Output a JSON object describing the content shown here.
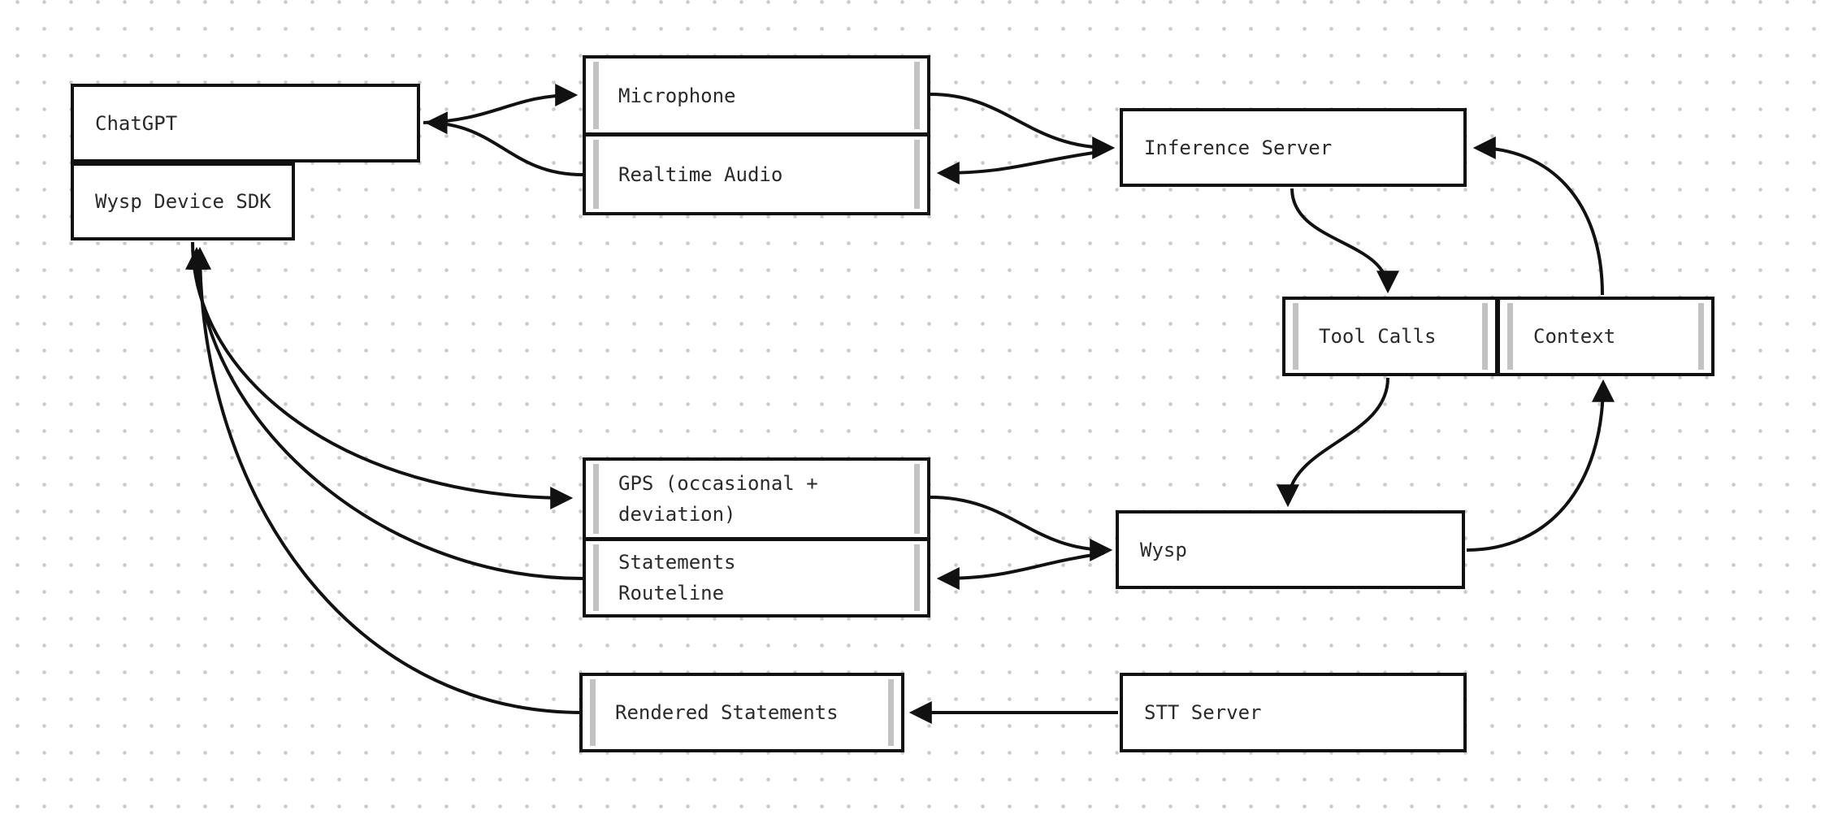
{
  "canvas": {
    "tool": "diagram-editor",
    "colors": {
      "background": "#ffffff",
      "dot_grid": "#cbcbcb",
      "stroke": "#111111",
      "subroutine_bar": "#c2c2c2",
      "text": "#2a2a2a"
    },
    "nodes": {
      "chatgpt": {
        "label": "ChatGPT",
        "shape": "rect"
      },
      "wysp_device_sdk": {
        "label": "Wysp Device SDK",
        "shape": "rect"
      },
      "microphone": {
        "label": "Microphone",
        "shape": "subroutine"
      },
      "realtime_audio": {
        "label": "Realtime Audio",
        "shape": "subroutine"
      },
      "inference_server": {
        "label": "Inference Server",
        "shape": "rect"
      },
      "tool_calls": {
        "label": "Tool Calls",
        "shape": "subroutine"
      },
      "context": {
        "label": "Context",
        "shape": "subroutine"
      },
      "gps": {
        "label": "GPS (occasional +\ndeviation)",
        "shape": "subroutine"
      },
      "statements_routeline": {
        "label": "Statements\nRouteline",
        "shape": "subroutine"
      },
      "wysp": {
        "label": "Wysp",
        "shape": "rect"
      },
      "rendered_statements": {
        "label": "Rendered Statements",
        "shape": "subroutine"
      },
      "stt_server": {
        "label": "STT Server",
        "shape": "rect"
      }
    },
    "edges": [
      {
        "from": "chatgpt",
        "to": "microphone"
      },
      {
        "from": "realtime_audio",
        "to": "chatgpt"
      },
      {
        "from": "microphone",
        "to": "inference_server"
      },
      {
        "from": "inference_server",
        "to": "realtime_audio"
      },
      {
        "from": "inference_server",
        "to": "tool_calls"
      },
      {
        "from": "tool_calls",
        "to": "wysp"
      },
      {
        "from": "wysp",
        "to": "context"
      },
      {
        "from": "context",
        "to": "inference_server"
      },
      {
        "from": "gps",
        "to": "wysp"
      },
      {
        "from": "wysp",
        "to": "statements_routeline"
      },
      {
        "from": "wysp_device_sdk",
        "to": "gps"
      },
      {
        "from": "statements_routeline",
        "to": "wysp_device_sdk"
      },
      {
        "from": "rendered_statements",
        "to": "wysp_device_sdk"
      },
      {
        "from": "stt_server",
        "to": "rendered_statements"
      }
    ]
  }
}
